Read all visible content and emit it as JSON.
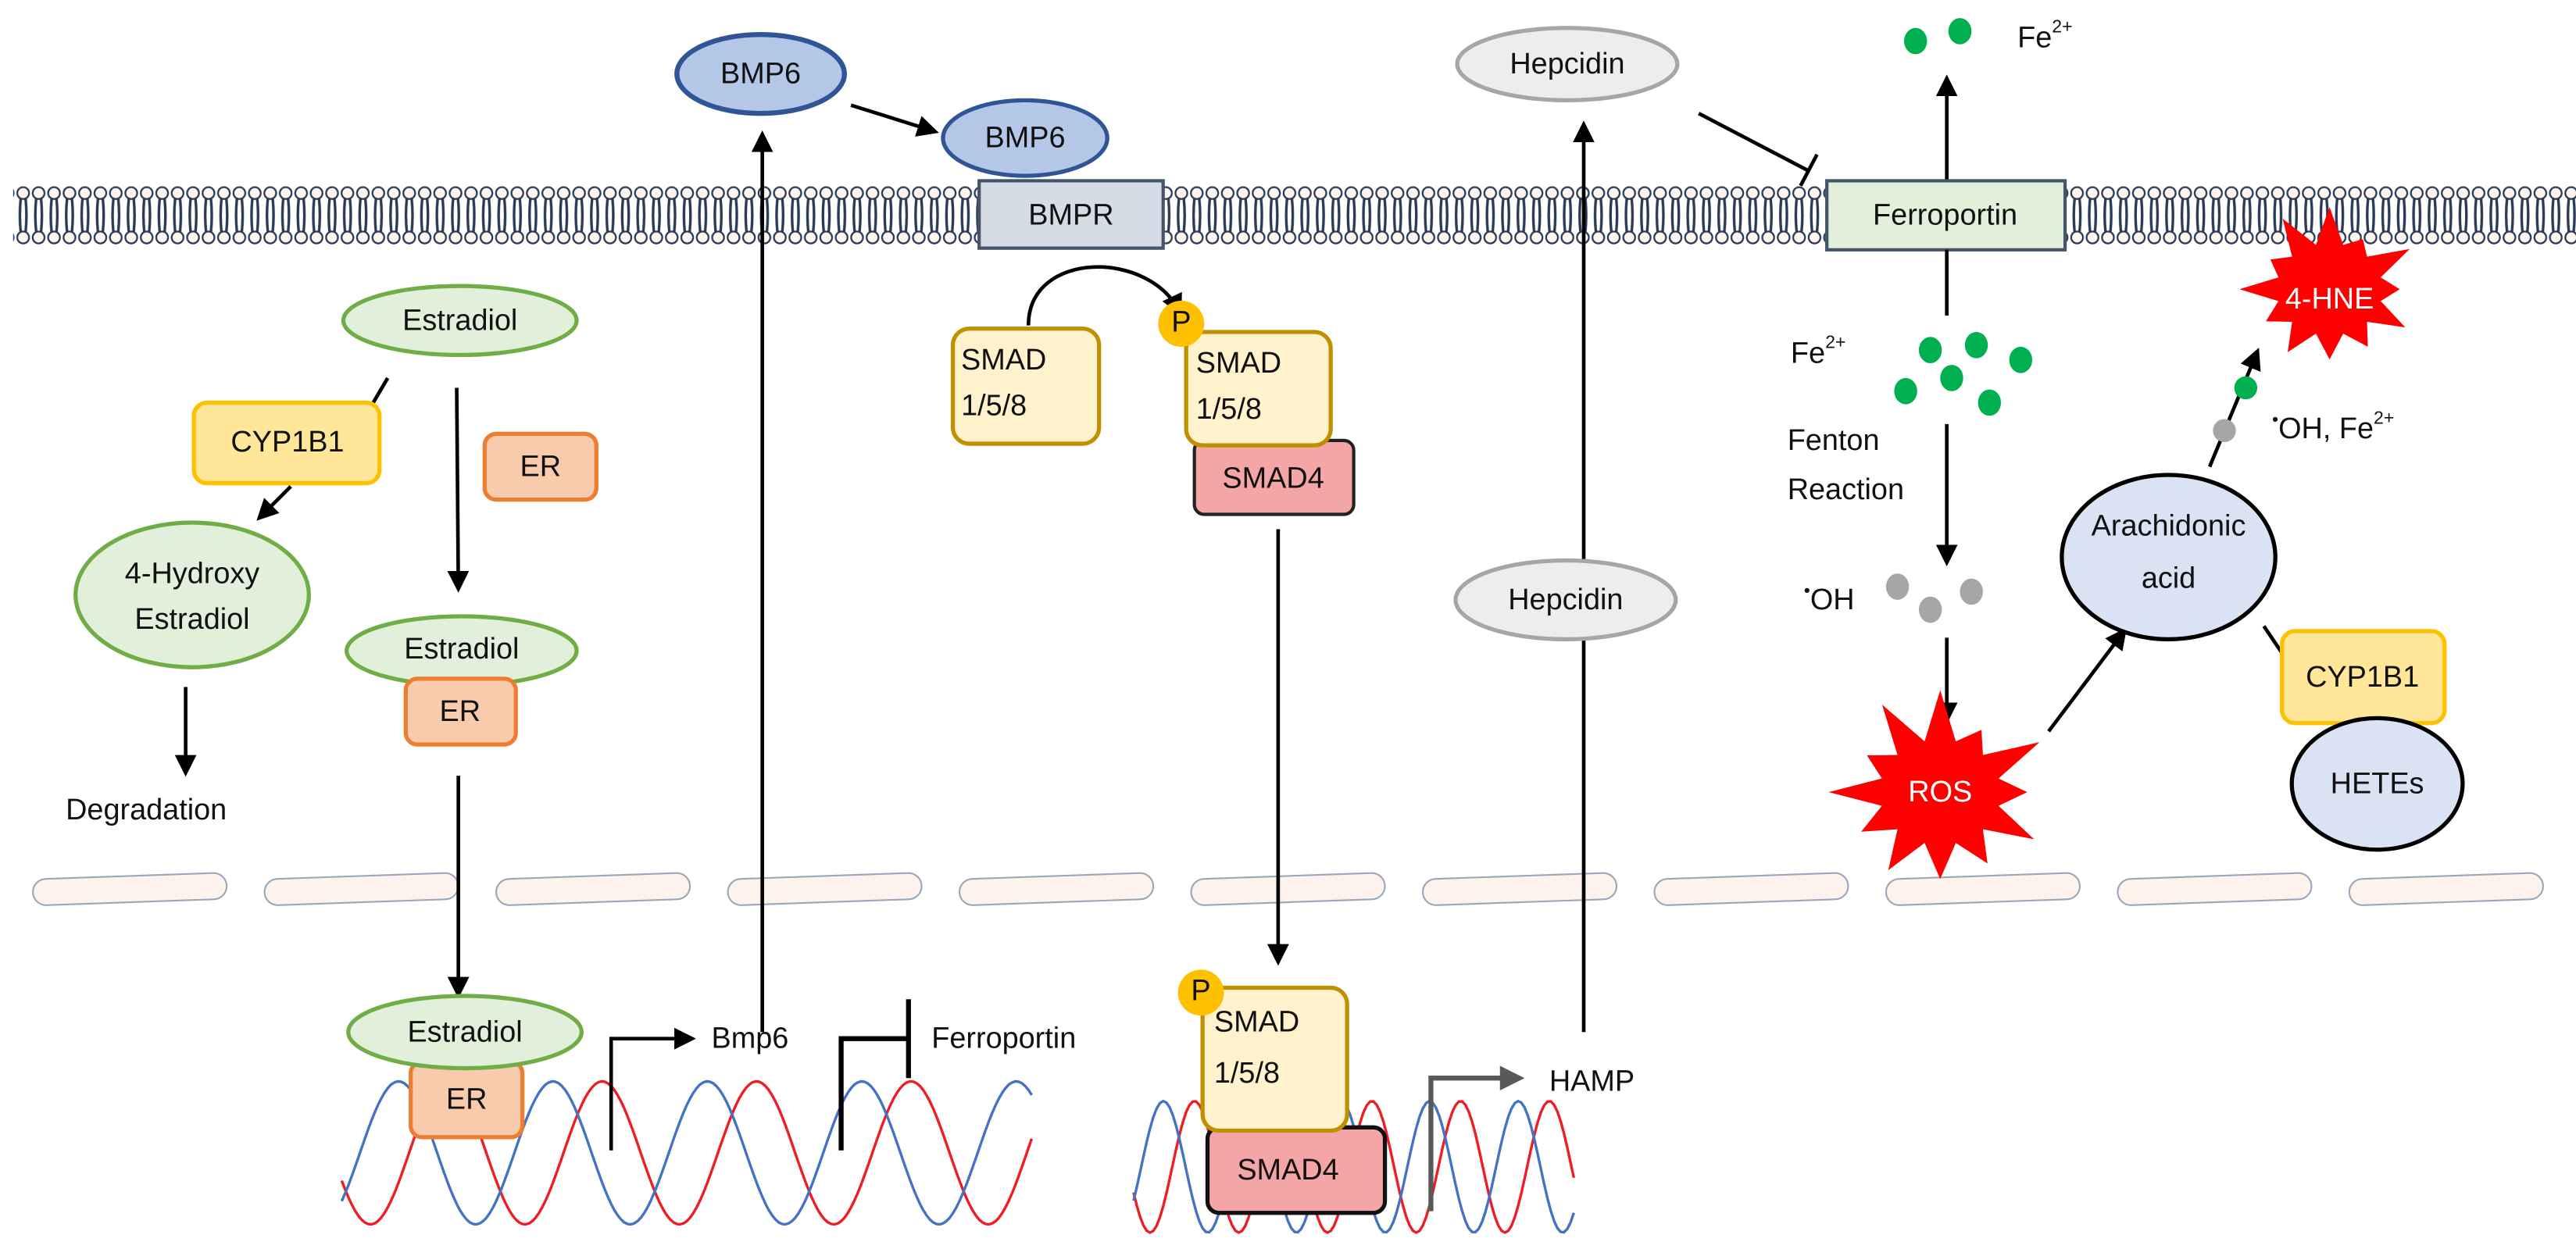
{
  "colors": {
    "membrane": "#2b3a55",
    "membrane_head": "#fdf5ee",
    "green_fill": "#e2efda",
    "green_stroke": "#70ad47",
    "yellow_fill": "#ffe699",
    "yellow_stroke": "#ffc000",
    "er_fill": "#f8cbad",
    "er_stroke": "#ed7d31",
    "bmp_fill": "#b4c7e7",
    "bmp_stroke": "#2f5597",
    "bmpr_fill": "#d6dce5",
    "smad_fill": "#fff2cc",
    "smad_stroke": "#bf9000",
    "smad4_fill": "#f4a6a6",
    "phospho": "#ffc000",
    "hepcidin_fill": "#ededed",
    "hepcidin_stroke": "#a6a6a6",
    "ferroportin_fill": "#e2efda",
    "iron": "#00b050",
    "hydroxyl": "#a6a6a6",
    "burst": "#ff0000",
    "aa_fill": "#dae3f3",
    "dna_red": "#ee1c25",
    "dna_blue": "#4472c4",
    "nucleus": "#fdf3ec"
  },
  "nodes": {
    "bmp6_out": "BMP6",
    "bmp6_bound": "BMP6",
    "bmpr": "BMPR",
    "smad_free_line1": "SMAD",
    "smad_free_line2": "1/5/8",
    "smad_p_line1": "SMAD",
    "smad_p_line2": "1/5/8",
    "phospho": "P",
    "smad4": "SMAD4",
    "estradiol_top": "Estradiol",
    "cyp1b1_left": "CYP1B1",
    "er_free": "ER",
    "hydroxy_line1": "4-Hydroxy",
    "hydroxy_line2": "Estradiol",
    "estradiol_er": "Estradiol",
    "er_bound": "ER",
    "degradation": "Degradation",
    "hepcidin_out": "Hepcidin",
    "hepcidin_in": "Hepcidin",
    "ferroportin": "Ferroportin",
    "fe_out": "Fe",
    "fe_out_sup": "2+",
    "fe_in": "Fe",
    "fe_in_sup": "2+",
    "fenton_line1": "Fenton",
    "fenton_line2": "Reaction",
    "oh": "OH",
    "radical_dot": "•",
    "ros": "ROS",
    "aa_line1": "Arachidonic",
    "aa_line2": "acid",
    "hne": "4-HNE",
    "oh_fe": "OH, Fe",
    "oh_fe_sup": "2+",
    "cyp1b1_right": "CYP1B1",
    "hetes": "HETEs",
    "nuc_estradiol": "Estradiol",
    "nuc_er": "ER",
    "gene_bmp6": "Bmp6",
    "gene_ferroportin": "Ferroportin",
    "nuc_smad_line1": "SMAD",
    "nuc_smad_line2": "1/5/8",
    "nuc_phospho": "P",
    "nuc_smad4": "SMAD4",
    "gene_hamp": "HAMP"
  }
}
